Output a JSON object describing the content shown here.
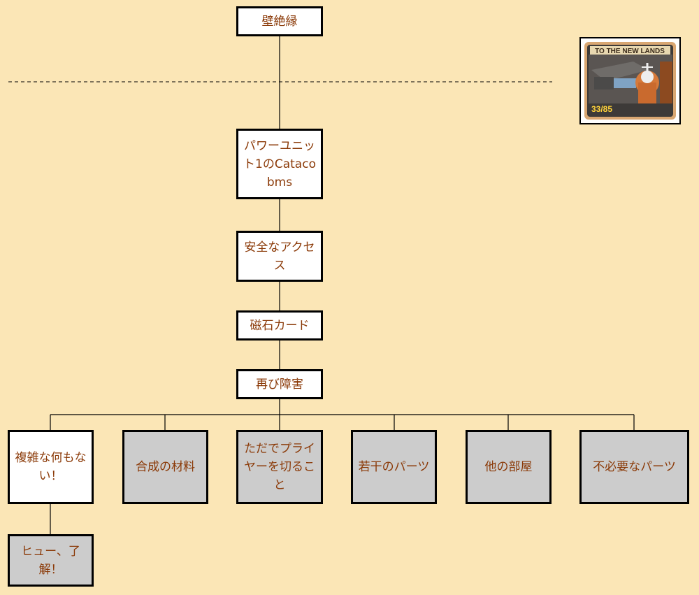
{
  "diagram": {
    "root": {
      "label": "壁絶縁"
    },
    "chain": [
      {
        "label": "パワーユニット1のCatacobms"
      },
      {
        "label": "安全なアクセス"
      },
      {
        "label": "磁石カード"
      },
      {
        "label": "再び障害"
      }
    ],
    "branches": [
      {
        "label": "複雑な何もない！",
        "style": "white"
      },
      {
        "label": "合成の材料",
        "style": "grey"
      },
      {
        "label": "ただでプライヤーを切ること",
        "style": "grey"
      },
      {
        "label": "若干のパーツ",
        "style": "grey"
      },
      {
        "label": "他の部屋",
        "style": "grey"
      },
      {
        "label": "不必要なパーツ",
        "style": "grey"
      }
    ],
    "sub": {
      "label": "ヒュー、了解！",
      "style": "grey"
    }
  },
  "thumbnail": {
    "banner": "TO THE NEW LANDS",
    "counter": "33/85"
  },
  "colors": {
    "background": "#fbe6b6",
    "text": "#8b3a08",
    "node_white": "#ffffff",
    "node_grey": "#cccccc"
  }
}
